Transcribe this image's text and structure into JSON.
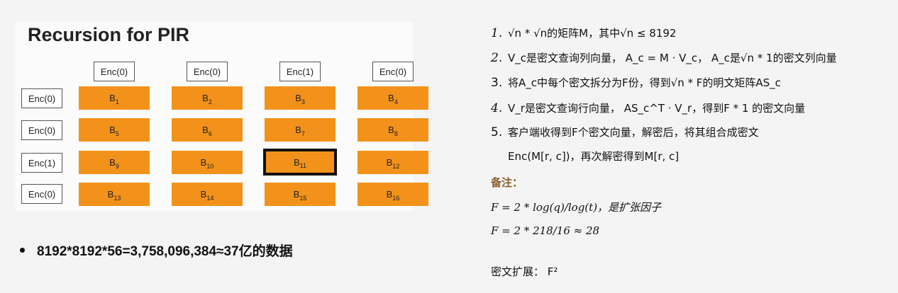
{
  "left": {
    "title": "Recursion for PIR",
    "col_headers": [
      "Enc(0)",
      "Enc(0)",
      "Enc(1)",
      "Enc(0)"
    ],
    "row_headers": [
      "Enc(0)",
      "Enc(0)",
      "Enc(1)",
      "Enc(0)"
    ],
    "cells": [
      [
        "B",
        "1"
      ],
      [
        "B",
        "2"
      ],
      [
        "B",
        "3"
      ],
      [
        "B",
        "4"
      ],
      [
        "B",
        "5"
      ],
      [
        "B",
        "6"
      ],
      [
        "B",
        "7"
      ],
      [
        "B",
        "8"
      ],
      [
        "B",
        "9"
      ],
      [
        "B",
        "10"
      ],
      [
        "B",
        "11"
      ],
      [
        "B",
        "12"
      ],
      [
        "B",
        "13"
      ],
      [
        "B",
        "14"
      ],
      [
        "B",
        "15"
      ],
      [
        "B",
        "16"
      ]
    ],
    "highlighted_cell": "B11",
    "bullet": "8192*8192*56=3,758,096,384≈37亿的数据",
    "colors": {
      "cell": "#f3921a",
      "highlight_border": "#111111"
    }
  },
  "right": {
    "items": [
      {
        "num": "1.",
        "text": "√n * √n的矩阵M，其中√n ≤ 8192"
      },
      {
        "num": "2.",
        "text": "V_c是密文查询列向量，  A_c = M · V_c，  A_c是√n * 1的密文列向量"
      },
      {
        "num": "3.",
        "text": "将A_c中每个密文拆分为F份，得到√n * F的明文矩阵AS_c"
      },
      {
        "num": "4.",
        "text": "V_r是密文查询行向量，  AS_c^T · V_r，得到F * 1 的密文向量"
      },
      {
        "num": "5.",
        "text": "客户端收得到F个密文向量，解密后，将其组合成密文"
      },
      {
        "num": "",
        "text": "Enc(M[r, c])，再次解密得到M[r, c]"
      }
    ],
    "remark_label": "备注：",
    "formula1": "F = 2 * log(q)/log(t)，是扩张因子",
    "formula2": "F = 2 * 218/16 ≈ 28",
    "expansion": "密文扩展：  F²"
  }
}
